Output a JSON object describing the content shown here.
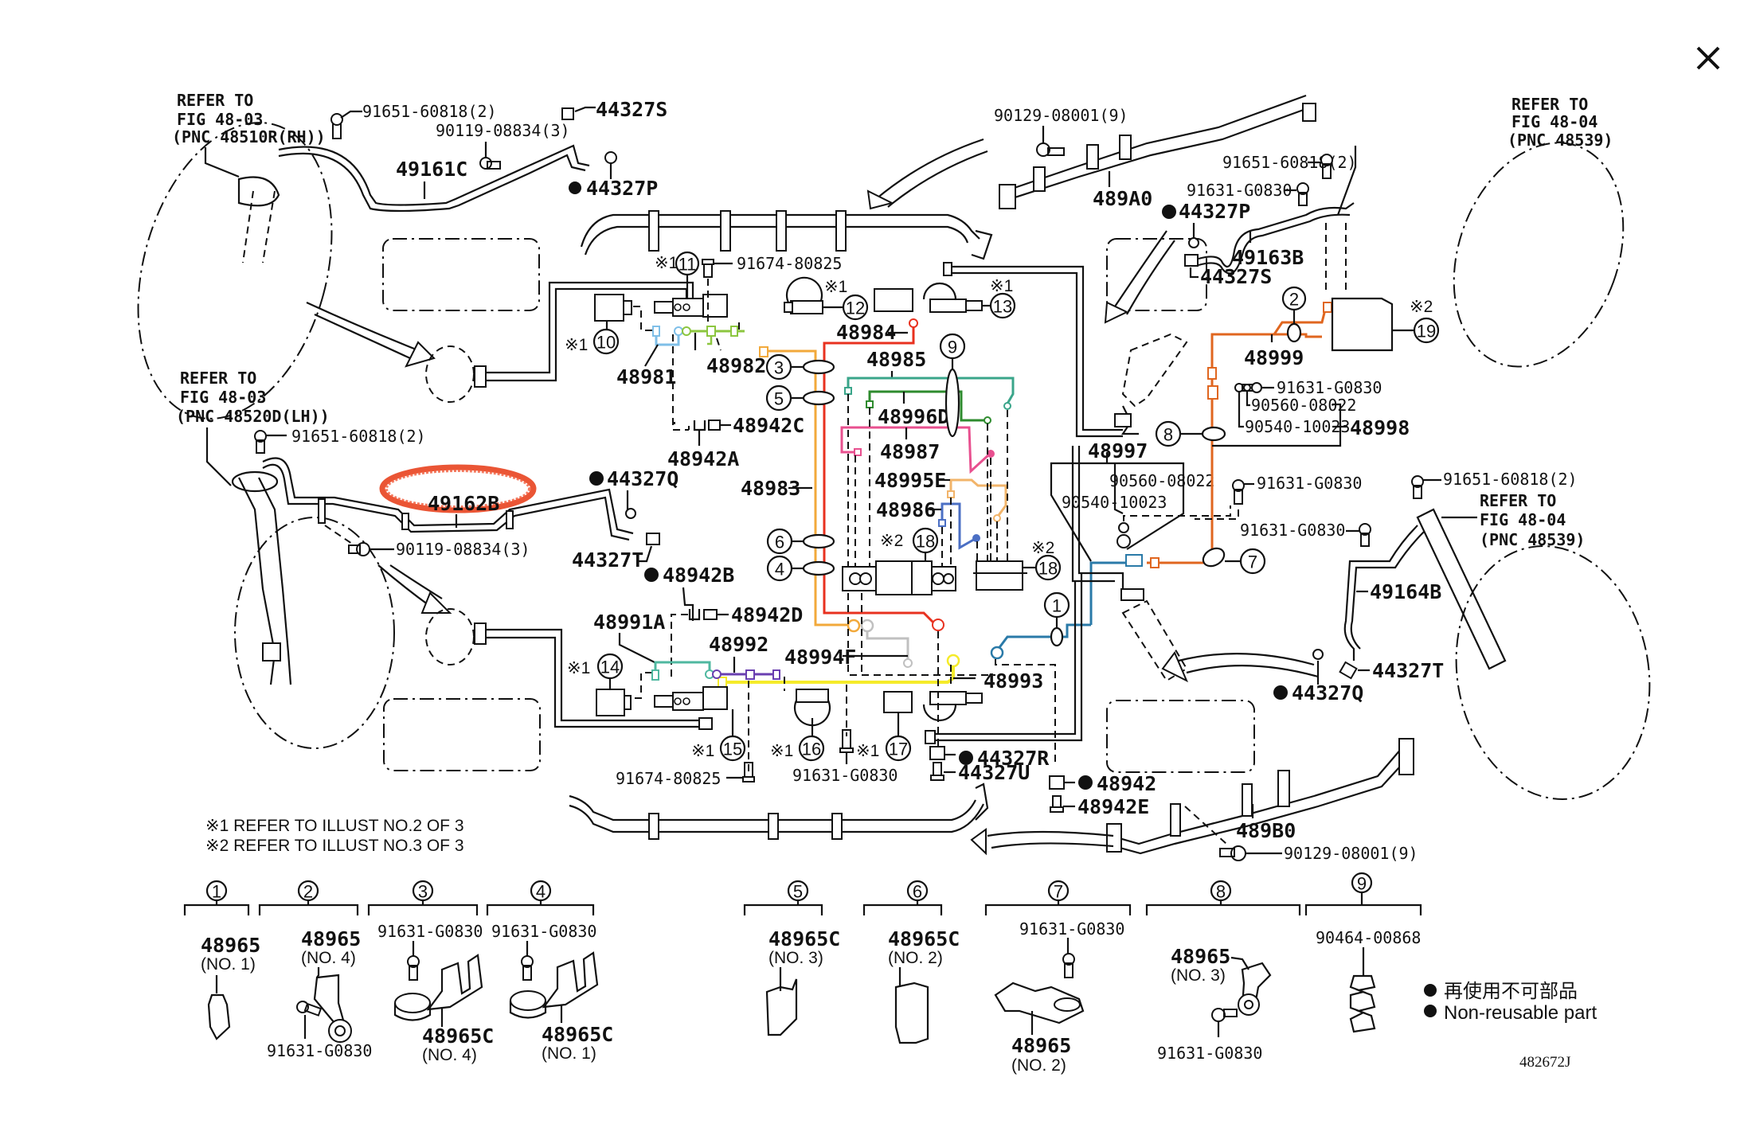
{
  "window": {
    "close_icon": "close-icon"
  },
  "colors": {
    "highlight": "#e8431f",
    "line_48981": "#7fbfe8",
    "line_48982": "#8cc63f",
    "line_48983": "#f2a93b",
    "line_48984": "#e8311f",
    "line_48985": "#3aa58a",
    "line_48996D": "#2e8b2e",
    "line_48987": "#e8508f",
    "line_48995E": "#f2b46a",
    "line_48986": "#4b6fc4",
    "line_48991A": "#4fb8a0",
    "line_48992": "#6a3fb0",
    "line_48994F": "#c0c0c0",
    "line_48993": "#f5eb2a",
    "line_48997": "#2a7aa8",
    "line_48999": "#e0661f"
  },
  "refs": {
    "top_left": [
      "REFER TO",
      "FIG 48-03",
      "(PNC 48510R(RH))"
    ],
    "mid_left": [
      "REFER TO",
      "FIG 48-03",
      "(PNC 48520D(LH))"
    ],
    "top_right": [
      "REFER TO",
      "FIG 48-04",
      "(PNC 48539)"
    ],
    "mid_right": [
      "REFER TO",
      "FIG 48-04",
      "(PNC 48539)"
    ]
  },
  "parts": {
    "p91651_60818_2": "91651-60818(2)",
    "p90119_08834_3": "90119-08834(3)",
    "p44327S": "44327S",
    "p44327P": "44327P",
    "p49161C": "49161C",
    "p90129_08001_9": "90129-08001(9)",
    "p489A0": "489A0",
    "p91631_G0830": "91631-G0830",
    "p49163B": "49163B",
    "p91674_80825": "91674-80825",
    "p48984": "48984",
    "p48985": "48985",
    "p48981": "48981",
    "p48982": "48982",
    "p48996D": "48996D",
    "p48987": "48987",
    "p48942C": "48942C",
    "p48942A": "48942A",
    "p48983": "48983",
    "p48995E": "48995E",
    "p48986": "48986",
    "p44327Q": "44327Q",
    "p49162B": "49162B",
    "p44327T": "44327T",
    "p48942B": "48942B",
    "p48942D": "48942D",
    "p48991A": "48991A",
    "p48992": "48992",
    "p48994F": "48994F",
    "p48993": "48993",
    "p48999": "48999",
    "p90560_08022": "90560-08022",
    "p90540_10023": "90540-10023",
    "p48998": "48998",
    "p48997": "48997",
    "p49164B": "49164B",
    "p44327R": "44327R",
    "p44327U": "44327U",
    "p48942": "48942",
    "p48942E": "48942E",
    "p489B0": "489B0"
  },
  "callouts": {
    "c1": "1",
    "c2": "2",
    "c3": "3",
    "c4": "4",
    "c5": "5",
    "c6": "6",
    "c7": "7",
    "c8": "8",
    "c9": "9",
    "c10": "10",
    "c11": "11",
    "c12": "12",
    "c13": "13",
    "c14": "14",
    "c15": "15",
    "c16": "16",
    "c17": "17",
    "c18": "18",
    "c19": "19",
    "mark1": "※1",
    "mark2": "※2"
  },
  "notes": [
    "※1 REFER TO ILLUST NO.2 OF 3",
    "※2 REFER TO ILLUST NO.3 OF 3"
  ],
  "detail_groups": [
    {
      "num": "1",
      "part": "48965",
      "sub": "(NO. 1)"
    },
    {
      "num": "2",
      "part": "48965",
      "sub": "(NO. 4)",
      "bolt": "91631-G0830"
    },
    {
      "num": "3",
      "bolt": "91631-G0830",
      "part": "48965C",
      "sub": "(NO. 4)"
    },
    {
      "num": "4",
      "bolt": "91631-G0830",
      "part": "48965C",
      "sub": "(NO. 1)"
    },
    {
      "num": "5",
      "part": "48965C",
      "sub": "(NO. 3)"
    },
    {
      "num": "6",
      "part": "48965C",
      "sub": "(NO. 2)"
    },
    {
      "num": "7",
      "bolt": "91631-G0830",
      "part": "48965",
      "sub": "(NO. 2)"
    },
    {
      "num": "8",
      "part": "48965",
      "sub": "(NO. 3)",
      "bolt": "91631-G0830"
    },
    {
      "num": "9",
      "part": "90464-00868"
    }
  ],
  "legend": {
    "jp": "再使用不可部品",
    "en": "Non-reusable part"
  },
  "illustration_code": "482672J"
}
